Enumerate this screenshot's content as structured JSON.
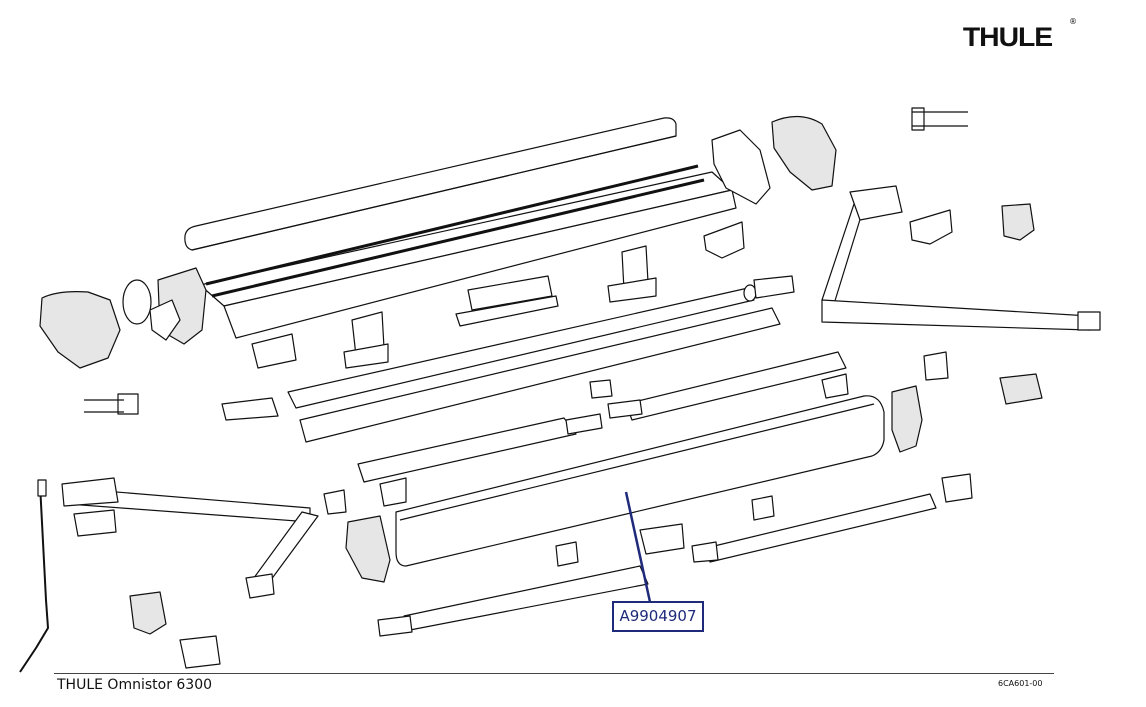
{
  "brand": {
    "logo_text": "THULE",
    "registered_mark": "®"
  },
  "diagram": {
    "part_callout": "A9904907",
    "footer_title": "THULE Omnistor 6300",
    "drawing_number": "6CA601-00"
  },
  "colors": {
    "line": "#111111",
    "callout": "#1f2a7a",
    "fill": "#ffffff",
    "shade": "#d8d8d8"
  }
}
